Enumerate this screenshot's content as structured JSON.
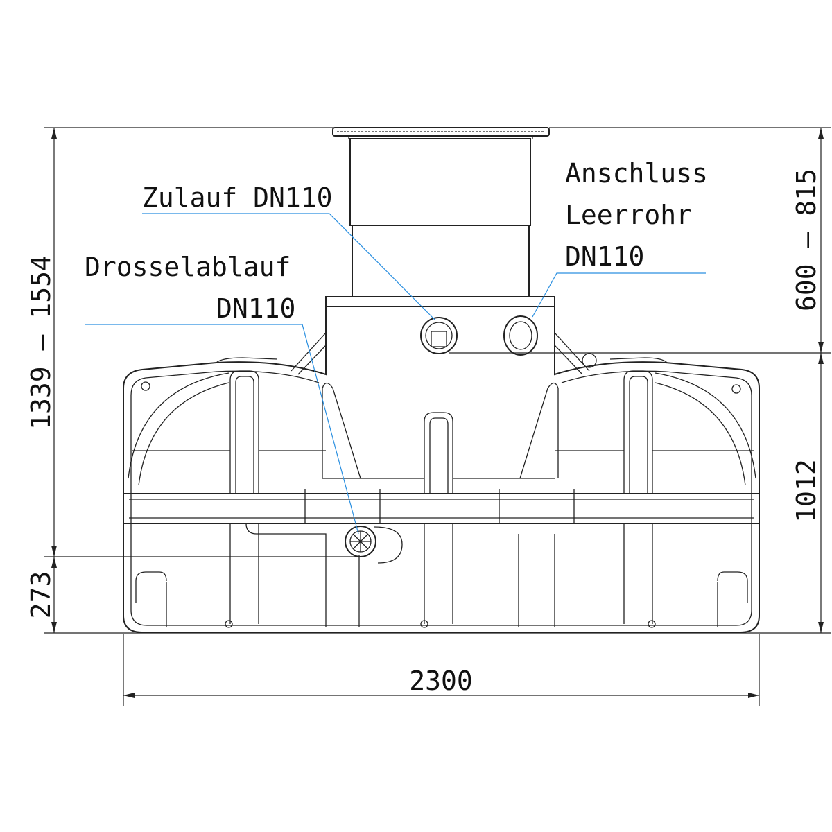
{
  "labels": {
    "zulauf": "Zulauf DN110",
    "anschluss": [
      "Anschluss",
      "Leerrohr",
      "DN110"
    ],
    "drossel": [
      "Drosselablauf",
      "DN110"
    ]
  },
  "dimensions": {
    "total_height": "1339 – 1554",
    "shaft_height": "600 – 815",
    "tank_height": "1012",
    "outlet_height": "273",
    "width": "2300"
  },
  "colors": {
    "outline": "#222222",
    "leader": "#2a8fe0"
  }
}
